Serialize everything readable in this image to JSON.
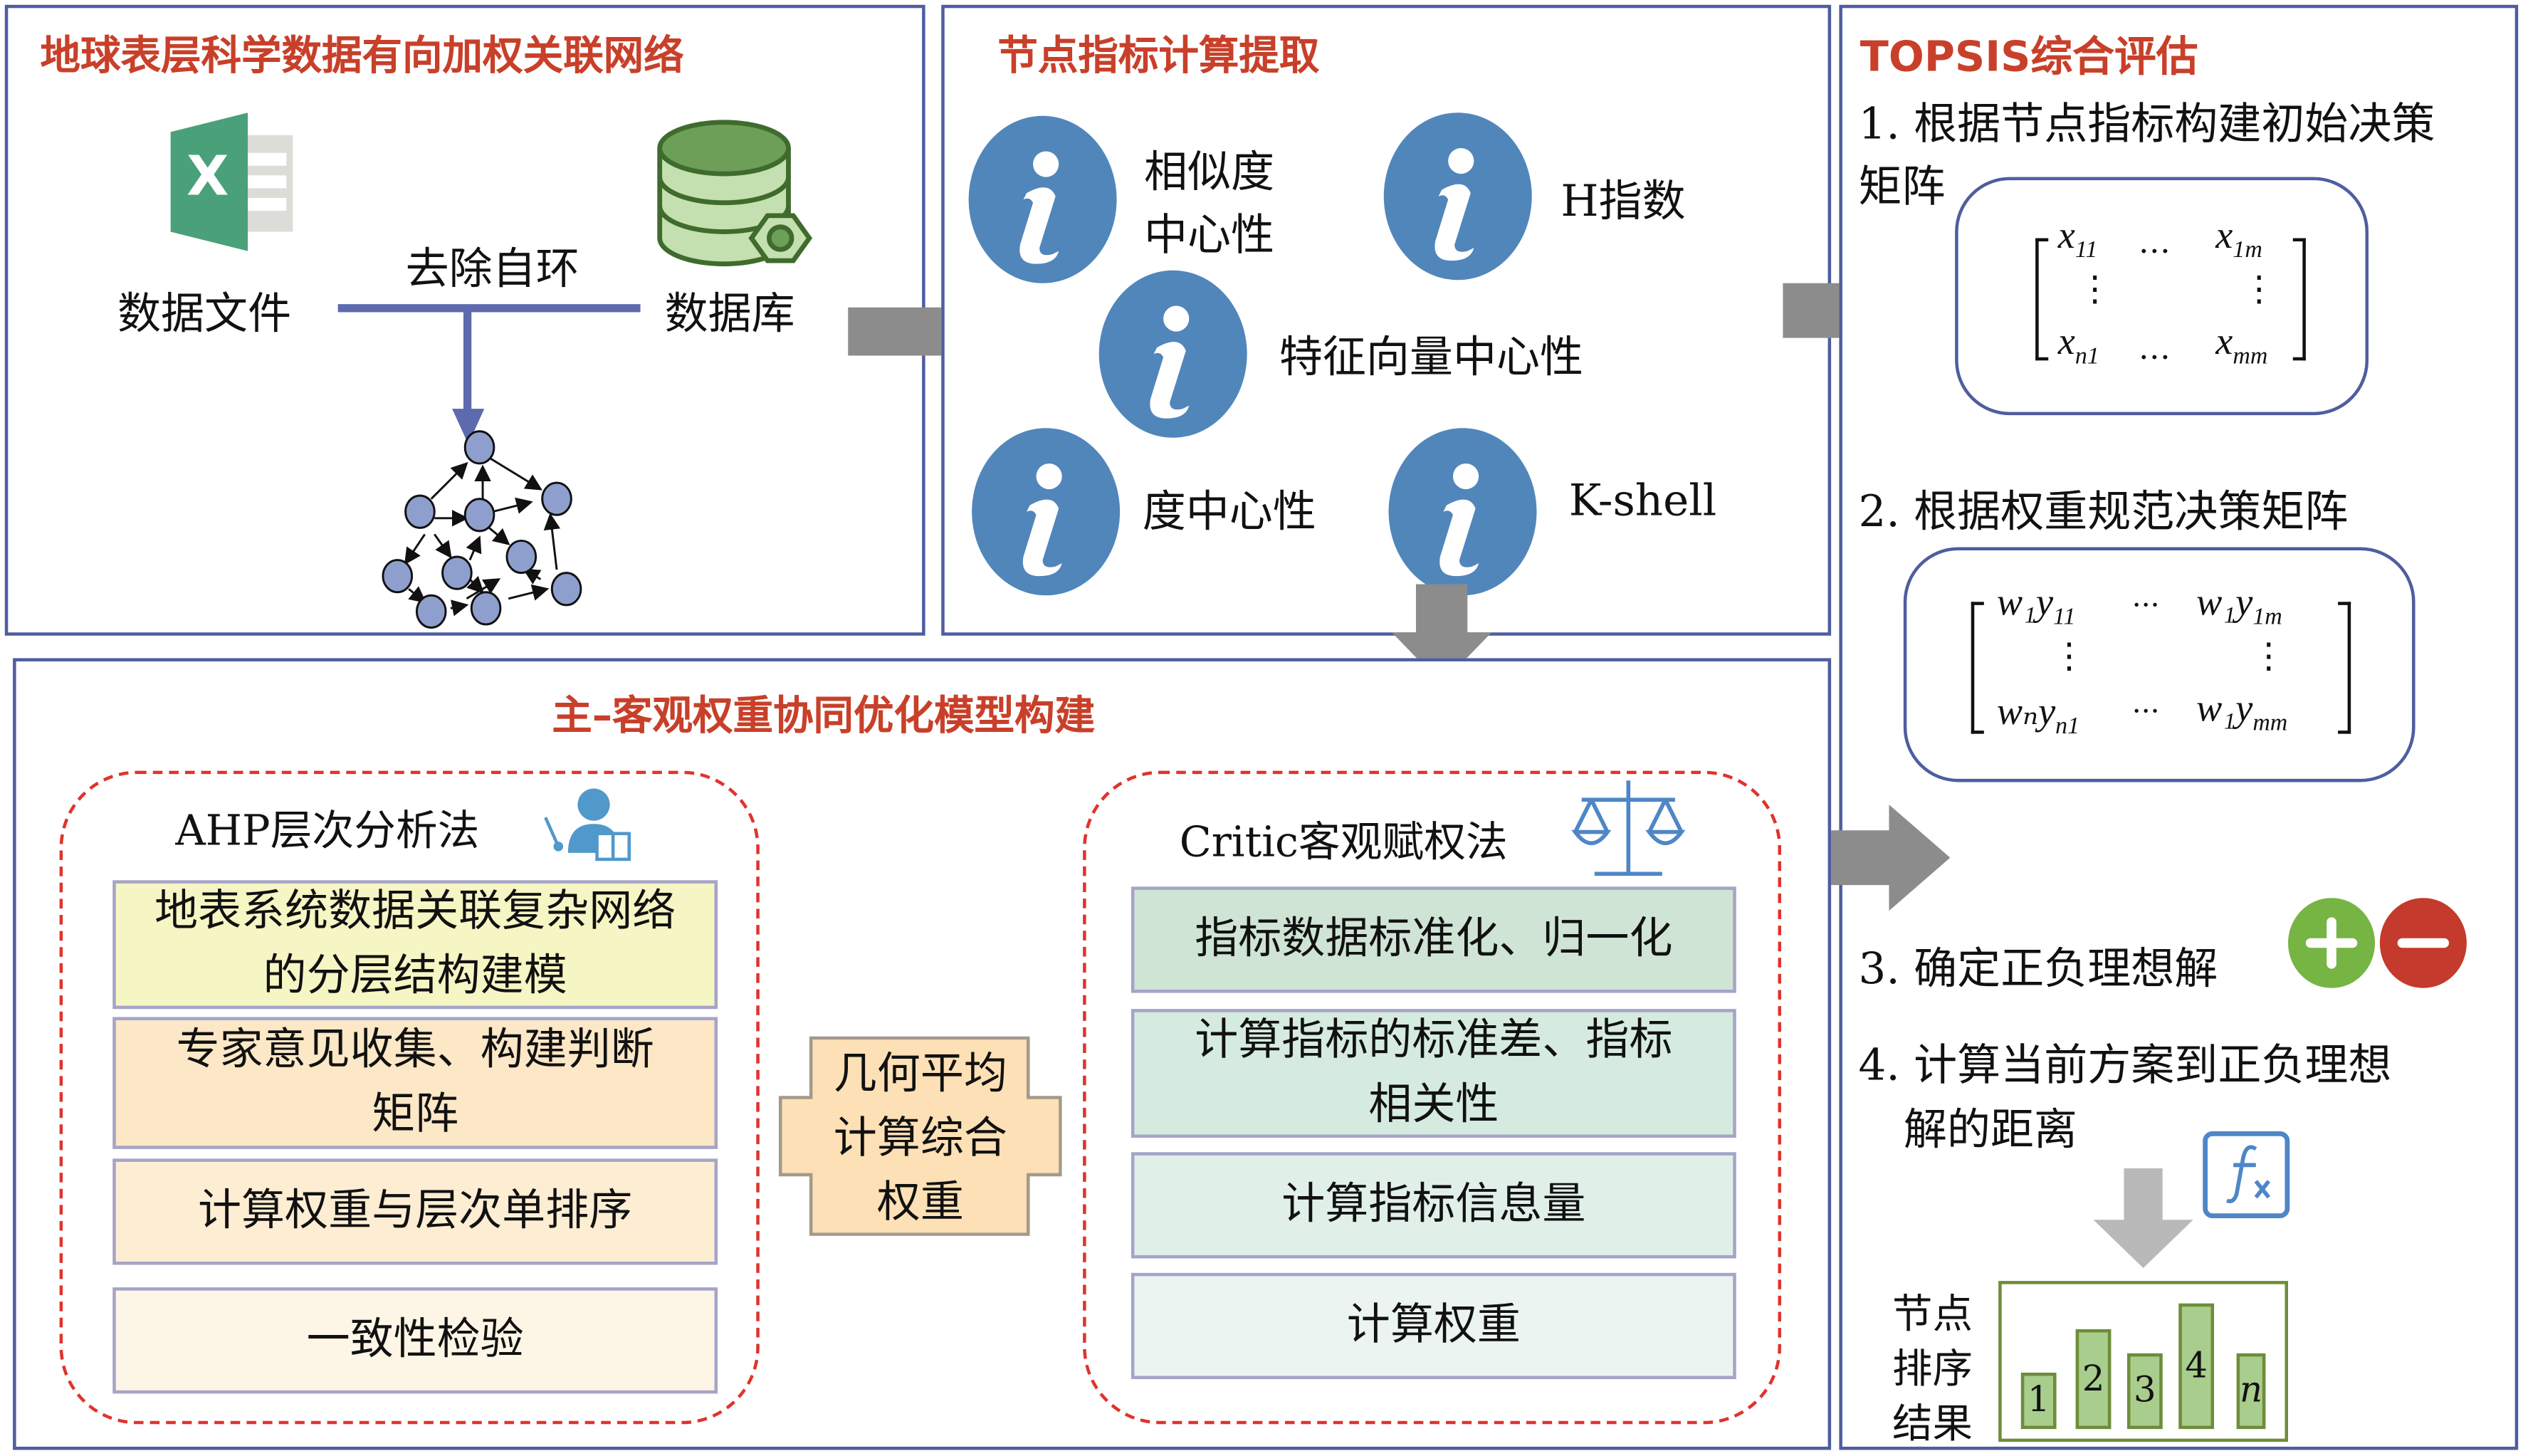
{
  "panels": {
    "network": {
      "title": "地球表层科学数据有向加权关联网络",
      "data_file_label": "数据文件",
      "database_label": "数据库",
      "process_label": "去除自环",
      "excel_icon_letter": "X"
    },
    "metrics": {
      "title": "节点指标计算提取",
      "items": [
        {
          "label_line1": "相似度",
          "label_line2": "中心性",
          "icon": "info-icon"
        },
        {
          "label_line1": "H指数",
          "label_line2": "",
          "icon": "info-icon"
        },
        {
          "label_line1": "特征向量中心性",
          "label_line2": "",
          "icon": "info-icon"
        },
        {
          "label_line1": "度中心性",
          "label_line2": "",
          "icon": "info-icon"
        },
        {
          "label_line1": "K-shell",
          "label_line2": "",
          "icon": "info-icon"
        }
      ]
    },
    "topsis": {
      "title": "TOPSIS综合评估",
      "step1_line1": "1. 根据节点指标构建初始决策",
      "step1_line2": "矩阵",
      "matrix1": {
        "r1c1": "x",
        "r1c1_sub": "11",
        "r1c2": "x",
        "r1c2_sub": "1m",
        "r2c1": "x",
        "r2c1_sub": "n1",
        "r2c2": "x",
        "r2c2_sub": "mm",
        "dots_h": "…",
        "dots_v": "⋮"
      },
      "step2": "2. 根据权重规范决策矩阵",
      "matrix2": {
        "r1c1": "w₁y",
        "r1c1_sub": "11",
        "r1c2": "w₁y",
        "r1c2_sub": "1m",
        "r2c1": "wₙy",
        "r2c1_sub": "n1",
        "r2c2": "w₁y",
        "r2c2_sub": "mm",
        "dots_h": "···",
        "dots_v": "⋮"
      },
      "step3": "3. 确定正负理想解",
      "step4_line1": "4. 计算当前方案到正负理想",
      "step4_line2": "解的距离",
      "result_label": [
        "节点",
        "排序",
        "结果"
      ],
      "fx_icon_label": "fx",
      "bars": [
        {
          "label": "1",
          "rank_height": 0.45
        },
        {
          "label": "2",
          "rank_height": 0.8
        },
        {
          "label": "3",
          "rank_height": 0.6
        },
        {
          "label": "4",
          "rank_height": 1.0
        },
        {
          "label": "n",
          "rank_height": 0.6
        }
      ]
    },
    "model": {
      "title": "主–客观权重协同优化模型构建",
      "ahp": {
        "title": "AHP层次分析法",
        "steps": [
          "地表系统数据关联复杂网络的分层结构建模",
          "专家意见收集、构建判断矩阵",
          "计算权重与层次单排序",
          "一致性检验"
        ],
        "step_lines": [
          [
            "地表系统数据关联复杂网络",
            "的分层结构建模"
          ],
          [
            "专家意见收集、构建判断",
            "矩阵"
          ],
          [
            "计算权重与层次单排序"
          ],
          [
            "一致性检验"
          ]
        ]
      },
      "combine": {
        "lines": [
          "几何平均",
          "计算综合",
          "权重"
        ]
      },
      "critic": {
        "title": "Critic客观赋权法",
        "step_lines": [
          [
            "指标数据标准化、归一化"
          ],
          [
            "计算指标的标准差、指标",
            "相关性"
          ],
          [
            "计算指标信息量"
          ],
          [
            "计算权重"
          ]
        ]
      }
    }
  },
  "colors": {
    "title_red": "#c8402a",
    "panel_border": "#4f5da0",
    "info_blue": "#5186bb",
    "arrow_gray": "#8c8c8c",
    "ahp_box_colors": [
      "#f6f5c4",
      "#fce7c6",
      "#fdedd3",
      "#fdf6e6"
    ],
    "critic_box_colors": [
      "#cfe4d4",
      "#d6ebdf",
      "#e1efe9",
      "#ebf4f0"
    ],
    "plus_green": "#76b443",
    "minus_red": "#c43a2c"
  }
}
